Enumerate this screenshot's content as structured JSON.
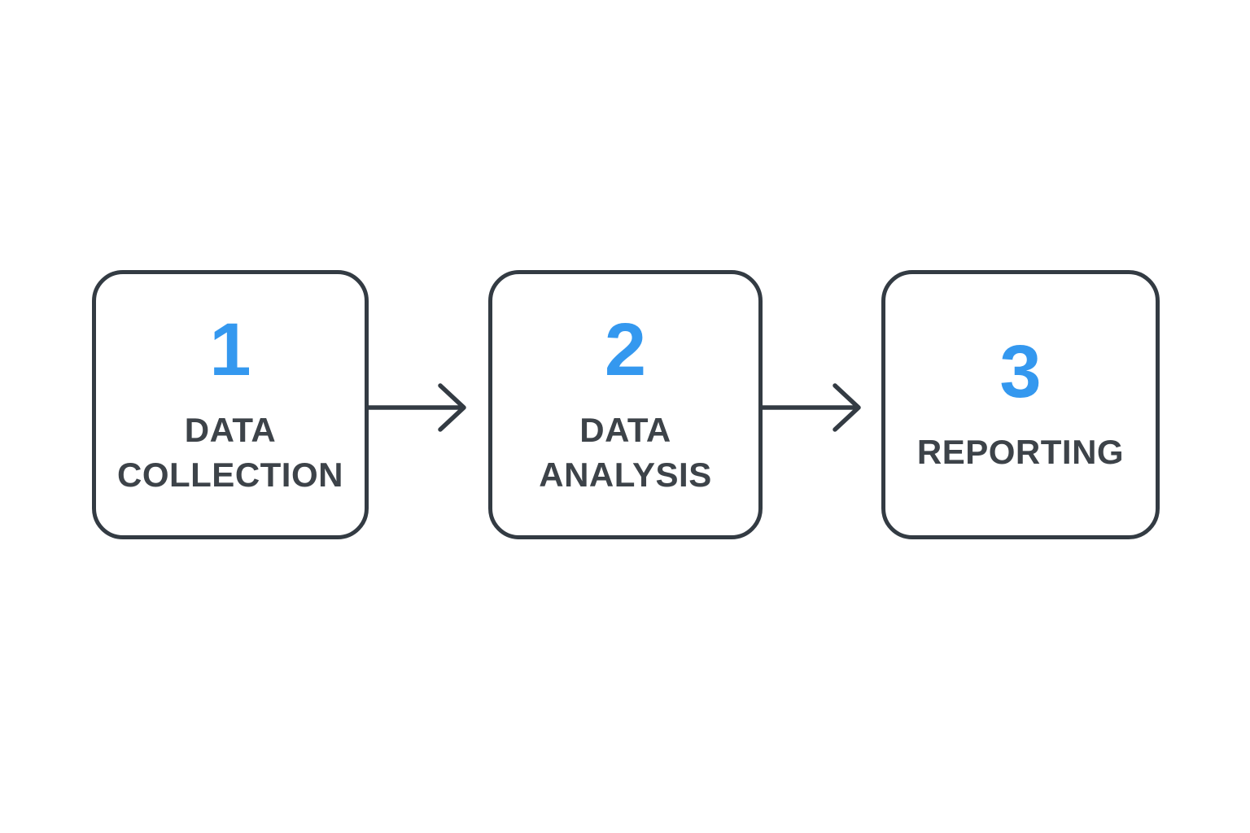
{
  "theme": {
    "canvas_color": "#ffffff",
    "accent_color": "#3498ef",
    "outline_color": "#333b43",
    "text_color": "#3d4349"
  },
  "diagram": {
    "steps": [
      {
        "number": "1",
        "label": "DATA COLLECTION"
      },
      {
        "number": "2",
        "label": "DATA ANALYSIS"
      },
      {
        "number": "3",
        "label": "REPORTING"
      }
    ]
  }
}
